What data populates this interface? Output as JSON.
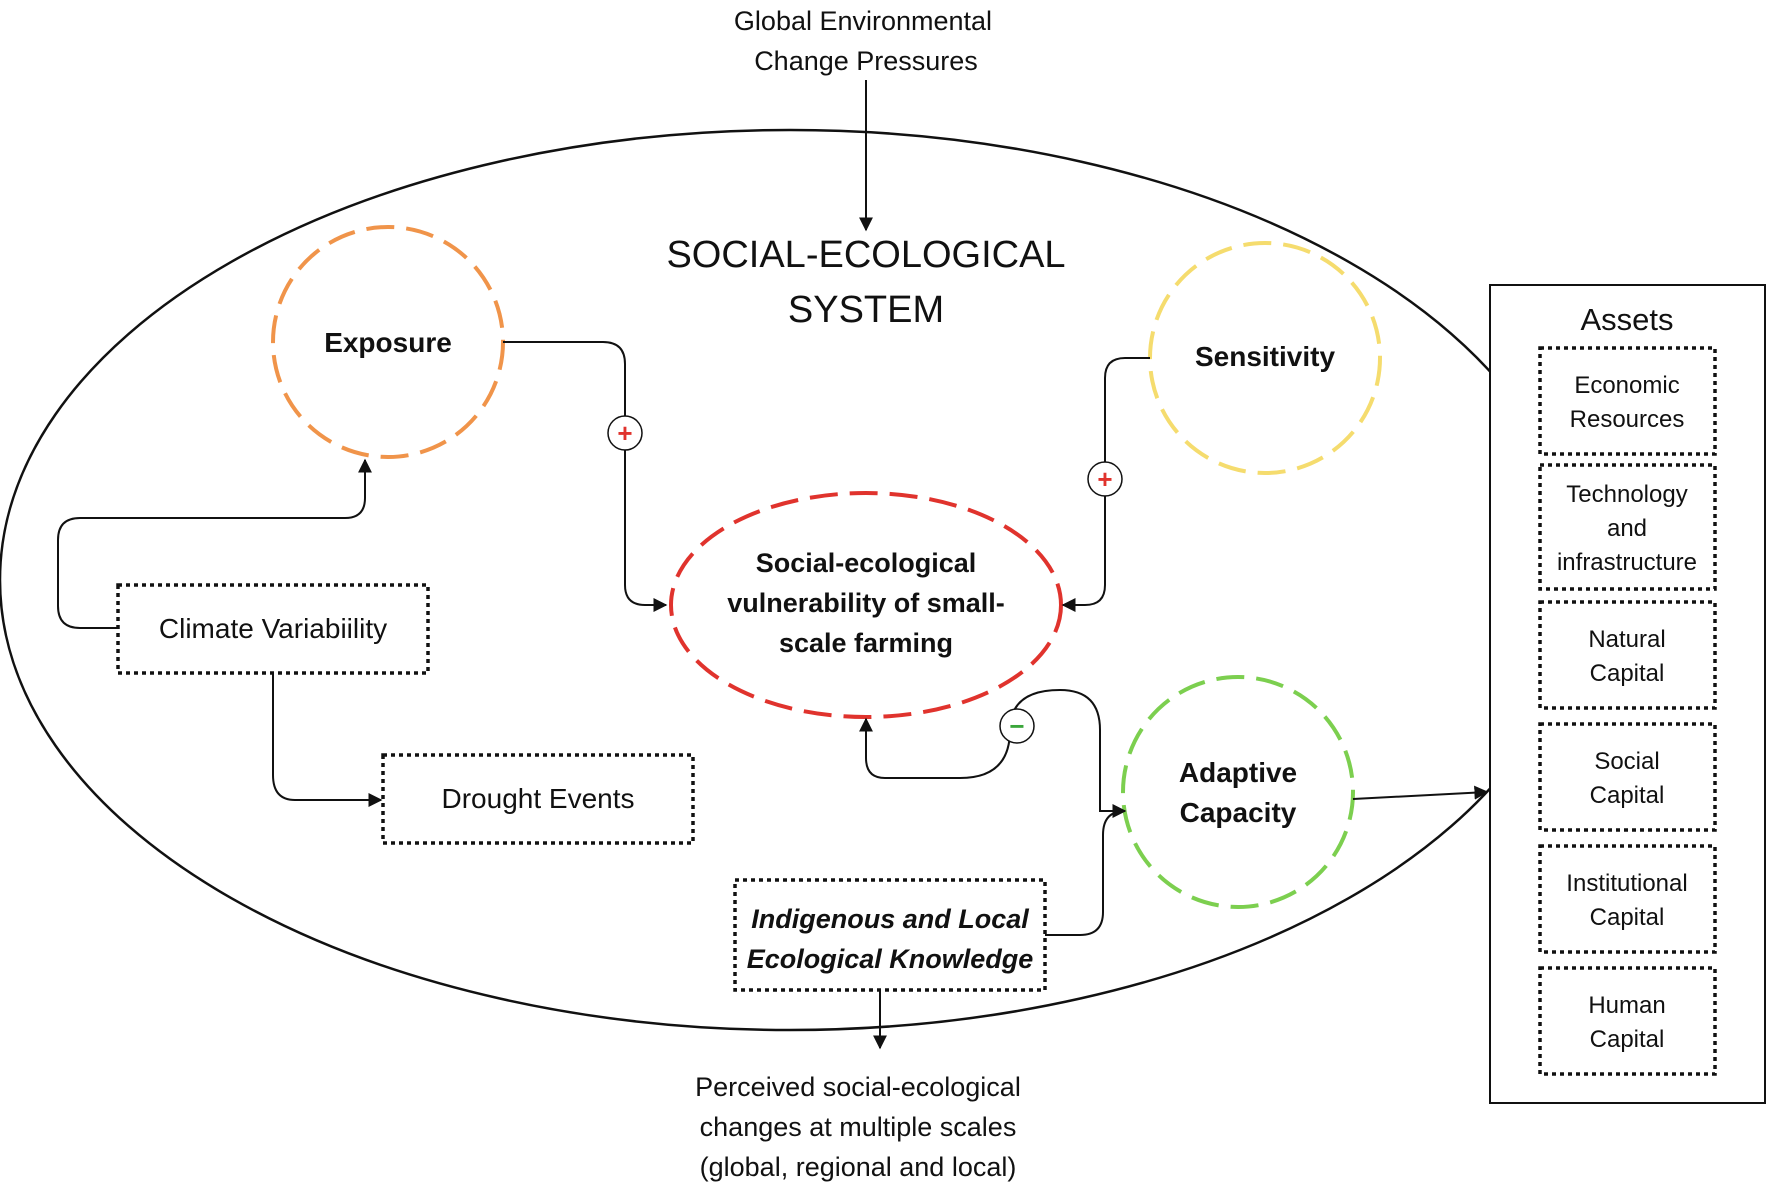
{
  "header": {
    "pressures_line1": "Global Environmental",
    "pressures_line2": "Change Pressures"
  },
  "system": {
    "title_line1": "SOCIAL-ECOLOGICAL",
    "title_line2": "SYSTEM"
  },
  "nodes": {
    "exposure": "Exposure",
    "sensitivity": "Sensitivity",
    "adaptive_line1": "Adaptive",
    "adaptive_line2": "Capacity",
    "vulnerability_line1": "Social-ecological",
    "vulnerability_line2": "vulnerability of small-",
    "vulnerability_line3": "scale farming",
    "climate": "Climate Variabiility",
    "drought": "Drought Events",
    "knowledge_line1": "Indigenous and Local",
    "knowledge_line2": "Ecological Knowledge"
  },
  "signs": {
    "exposure_sign": "+",
    "sensitivity_sign": "+",
    "adaptive_sign": "−"
  },
  "footer": {
    "line1": "Perceived social-ecological",
    "line2": "changes at multiple scales",
    "line3": "(global, regional and local)"
  },
  "assets": {
    "title": "Assets",
    "items": [
      {
        "line1": "Economic",
        "line2": "Resources",
        "line3": ""
      },
      {
        "line1": "Technology",
        "line2": "and",
        "line3": "infrastructure"
      },
      {
        "line1": "Natural",
        "line2": "Capital",
        "line3": ""
      },
      {
        "line1": "Social",
        "line2": "Capital",
        "line3": ""
      },
      {
        "line1": "Institutional",
        "line2": "Capital",
        "line3": ""
      },
      {
        "line1": "Human",
        "line2": "Capital",
        "line3": ""
      }
    ]
  },
  "colors": {
    "exposure": "#f0944a",
    "sensitivity": "#f5dc6e",
    "adaptive": "#7ccf4f",
    "vulnerability": "#e0332d",
    "plus_sign": "#e0332d",
    "minus_sign": "#3aa63a"
  }
}
